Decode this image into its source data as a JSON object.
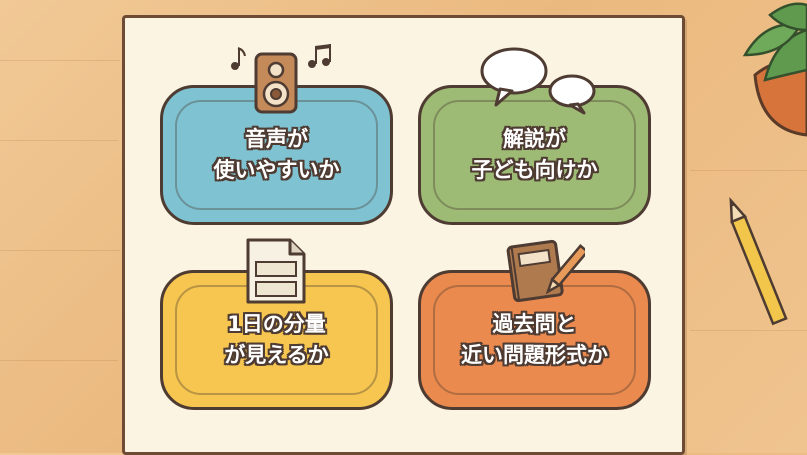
{
  "cards": [
    {
      "line1": "音声が",
      "line2": "使いやすいか",
      "color": "#7fc3d2",
      "icon": "speaker-icon"
    },
    {
      "line1": "解説が",
      "line2": "子ども向けか",
      "color": "#9dbb74",
      "icon": "speech-bubbles-icon"
    },
    {
      "line1": "1日の分量",
      "line2": "が見えるか",
      "color": "#f6c650",
      "icon": "document-icon"
    },
    {
      "line1": "過去問と",
      "line2": "近い問題形式か",
      "color": "#eb8a4e",
      "icon": "notebook-pencil-icon"
    }
  ]
}
